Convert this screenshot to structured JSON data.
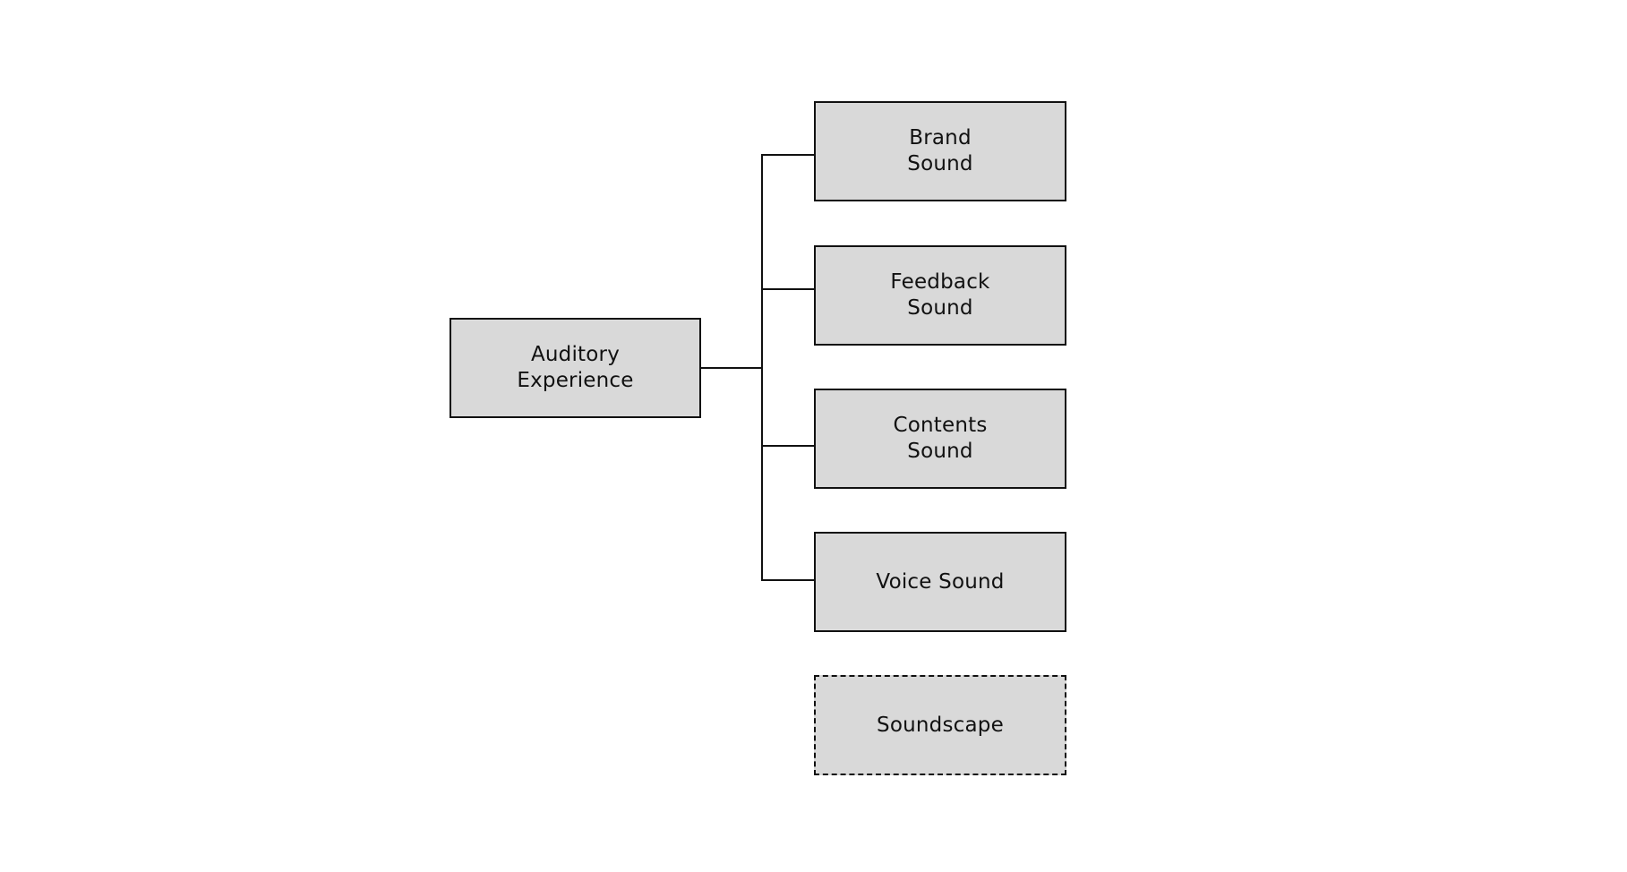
{
  "diagram": {
    "root": {
      "label": "Auditory\nExperience"
    },
    "children": [
      {
        "label": "Brand\nSound"
      },
      {
        "label": "Feedback\nSound"
      },
      {
        "label": "Contents\nSound"
      },
      {
        "label": "Voice Sound"
      }
    ],
    "unconnected": {
      "label": "Soundscape"
    }
  }
}
